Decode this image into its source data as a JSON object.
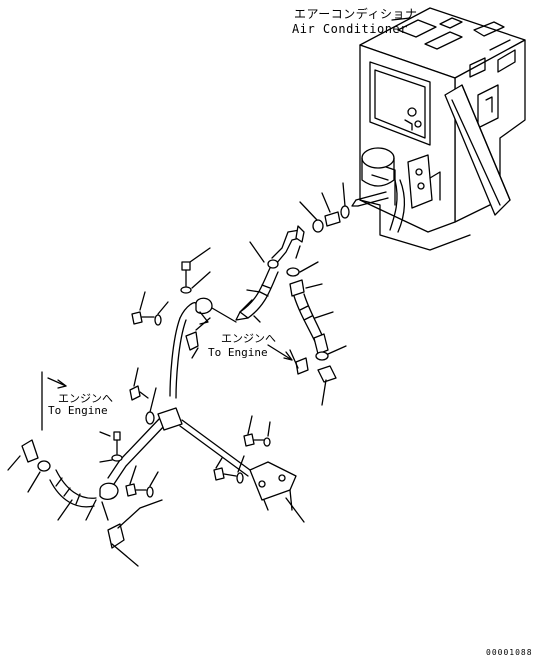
{
  "labels": {
    "air_conditioner_jp": "エアーコンディショナ",
    "air_conditioner_en": "Air Conditioner",
    "to_engine_1_jp": "エンジンへ",
    "to_engine_1_en": "To Engine",
    "to_engine_2_jp": "エンジンへ",
    "to_engine_2_en": "To Engine",
    "document_id": "00001088"
  },
  "colors": {
    "line": "#000000",
    "background": "#ffffff"
  }
}
